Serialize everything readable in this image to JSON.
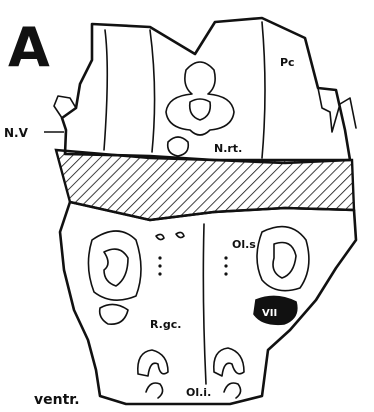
{
  "figure": {
    "panel_letter": "A",
    "labels": {
      "pc": "Pc",
      "nv": "N.V",
      "nrt": "N.rt.",
      "ols": "Ol.s",
      "vii": "VII",
      "rgc": "R.gc.",
      "oli": "Ol.i.",
      "ventr": "ventr."
    }
  }
}
